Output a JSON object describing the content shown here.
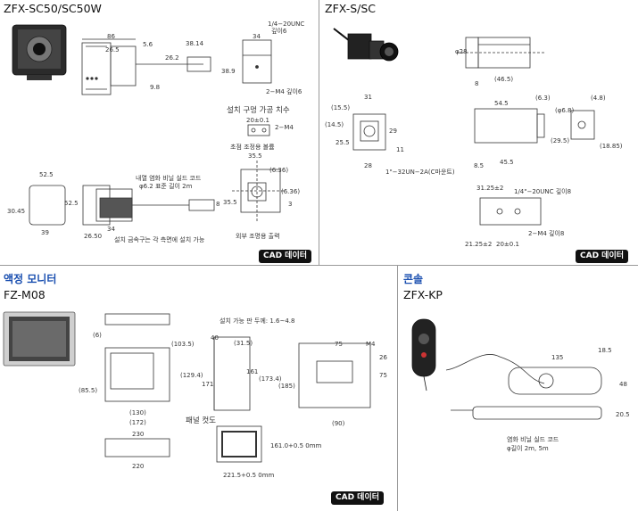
{
  "sections": {
    "sc50": {
      "title": "ZFX-SC50/SC50W",
      "dims": [
        "86",
        "26.5",
        "5.6",
        "38.14",
        "26.2",
        "9.8",
        "34",
        "1/4−20UNC",
        "깊이6",
        "38.9",
        "2−M4 깊이6",
        "설치 구멍 가공 치수",
        "20±0.1",
        "2−M4",
        "초점 조정용 볼륨",
        "35.5",
        "(6.36)",
        "(6.36)",
        "35.5",
        "3",
        "52.5",
        "30.45",
        "52.5",
        "39",
        "내열 염화 비닐 실드 코드",
        "φ6.2 표준 길이 2m",
        "8",
        "26.50",
        "34",
        "설치 금속구는 각 측면에 설치 가능",
        "외부 조명용 출력"
      ],
      "cad": "CAD 데이터"
    },
    "ss": {
      "title": "ZFX-S/SC",
      "dims": [
        "φ28",
        "(46.5)",
        "8",
        "31",
        "(15.5)",
        "(14.5)",
        "25.5",
        "29",
        "11",
        "28",
        "1\"−32UN−2A(C마운트)",
        "(6.3)",
        "(4.8)",
        "54.5",
        "(φ6.8)",
        "(29.5)",
        "(18.85)",
        "8.5",
        "45.5",
        "31.25±2",
        "1/4\"−20UNC 깊이8",
        "2−M4 깊이8",
        "21.25±2",
        "20±0.1"
      ],
      "cad": "CAD 데이터"
    },
    "monitor": {
      "category": "액정 모니터",
      "title": "FZ-M08",
      "dims": [
        "(6)",
        "(103.5)",
        "(129.4)",
        "(85.5)",
        "(130)",
        "(172)",
        "230",
        "220",
        "설치 가능 판 두께: 1.6~4.8",
        "40",
        "(31.5)",
        "171",
        "161",
        "(173.4)",
        "(185)",
        "75",
        "M4",
        "26",
        "75",
        "(90)",
        "패널 컷도",
        "161.0+0.5 0mm",
        "221.5+0.5 0mm"
      ],
      "cad": "CAD 데이터"
    },
    "console": {
      "category": "콘솔",
      "title": "ZFX-KP",
      "dims": [
        "135",
        "18.5",
        "48",
        "20.5",
        "염화 비닐 실드 코드",
        "φ길이 2m, 5m"
      ]
    }
  }
}
